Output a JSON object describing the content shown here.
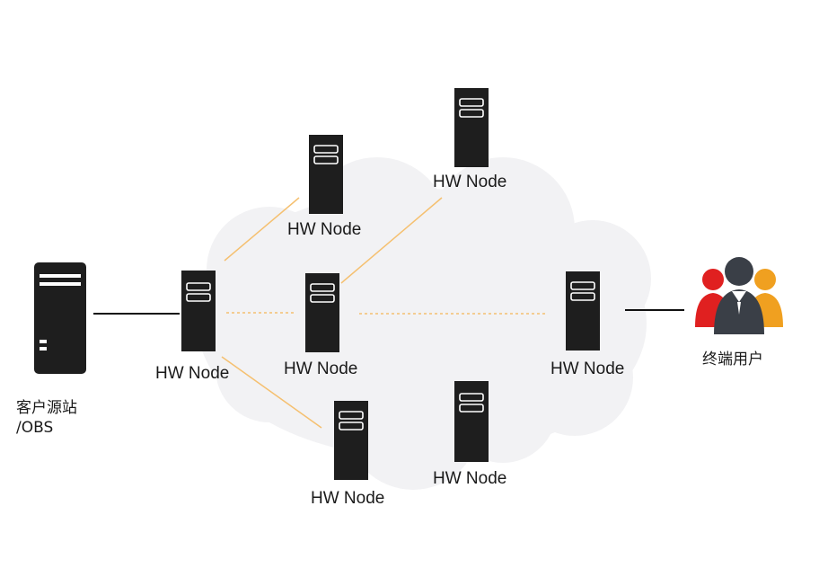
{
  "origin": {
    "label_line1": "客户源站",
    "label_line2": "/OBS",
    "icon": "origin-server-icon"
  },
  "nodes": [
    {
      "id": "edge-node",
      "label": "HW Node",
      "icon": "server-icon"
    },
    {
      "id": "node-upper-left",
      "label": "HW Node",
      "icon": "server-icon"
    },
    {
      "id": "node-top",
      "label": "HW Node",
      "icon": "server-icon"
    },
    {
      "id": "node-center",
      "label": "HW Node",
      "icon": "server-icon"
    },
    {
      "id": "node-right",
      "label": "HW Node",
      "icon": "server-icon"
    },
    {
      "id": "node-bottom-left",
      "label": "HW Node",
      "icon": "server-icon"
    },
    {
      "id": "node-bottom-right",
      "label": "HW Node",
      "icon": "server-icon"
    }
  ],
  "users": {
    "label": "终端用户",
    "icon": "user-group-icon",
    "colors": {
      "left": "#e02020",
      "center": "#3a3f47",
      "right": "#f0a020"
    }
  },
  "colors": {
    "cloud": "#f2f2f4",
    "server": "#1e1e1e",
    "link_solid": "#111111",
    "link_dashed": "#f5c070"
  }
}
